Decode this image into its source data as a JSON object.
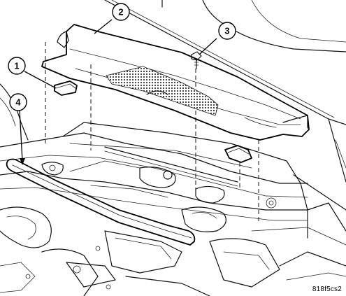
{
  "callouts": [
    {
      "id": "1",
      "label": "1"
    },
    {
      "id": "2",
      "label": "2"
    },
    {
      "id": "3",
      "label": "3"
    },
    {
      "id": "4",
      "label": "4"
    }
  ],
  "figure_code": "818f5cs2",
  "colors": {
    "line": "#111111",
    "background": "#ffffff",
    "mesh": "#333333"
  }
}
